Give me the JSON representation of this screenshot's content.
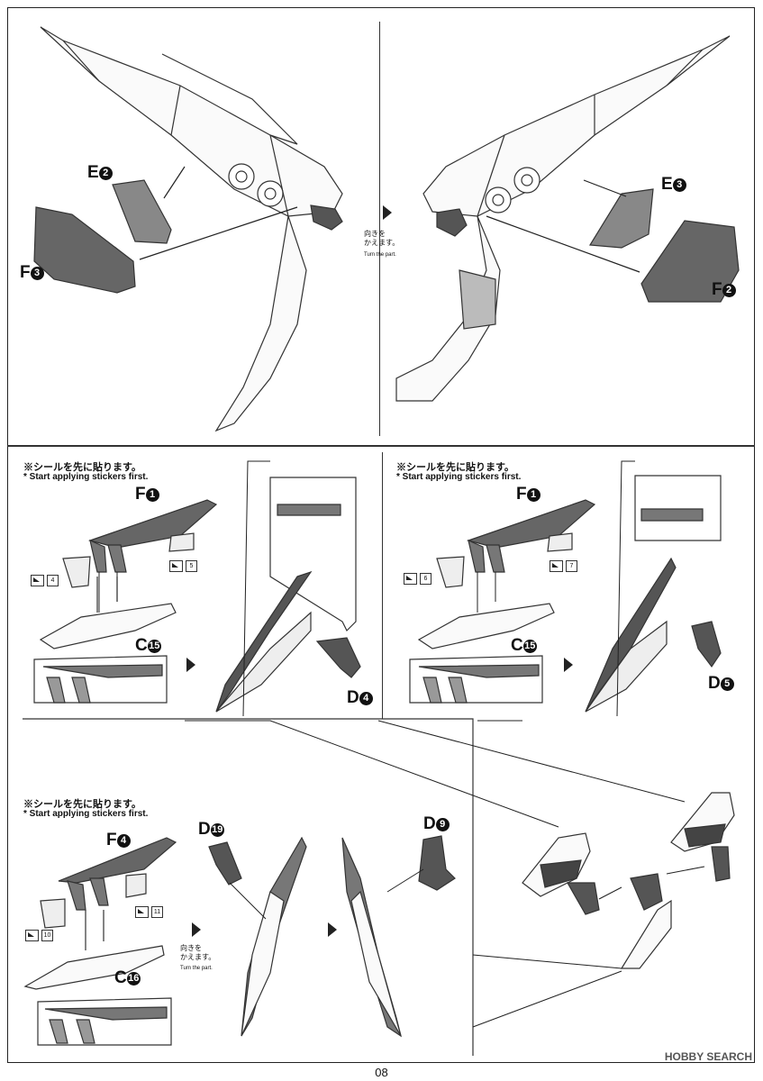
{
  "step1": {
    "labels": {
      "left_e": {
        "letter": "E",
        "num": "2"
      },
      "left_f": {
        "letter": "F",
        "num": "3"
      },
      "right_e": {
        "letter": "E",
        "num": "3"
      },
      "right_f": {
        "letter": "F",
        "num": "2"
      }
    },
    "turn_note": {
      "jp_line1": "向きを",
      "jp_line2": "かえます。",
      "en": "Turn the part."
    }
  },
  "sticker_note": {
    "jp": "※シールを先に貼ります。",
    "en": "* Start applying stickers first."
  },
  "step2a": {
    "f": {
      "letter": "F",
      "num": "1"
    },
    "c": {
      "letter": "C",
      "num": "15"
    },
    "d": {
      "letter": "D",
      "num": "4"
    },
    "stickers": [
      "4",
      "5"
    ]
  },
  "step2b": {
    "f": {
      "letter": "F",
      "num": "1"
    },
    "c": {
      "letter": "C",
      "num": "15"
    },
    "d": {
      "letter": "D",
      "num": "5"
    },
    "stickers": [
      "6",
      "7"
    ]
  },
  "step3": {
    "f": {
      "letter": "F",
      "num": "4"
    },
    "c": {
      "letter": "C",
      "num": "16"
    },
    "d1": {
      "letter": "D",
      "num": "19"
    },
    "d2": {
      "letter": "D",
      "num": "9"
    },
    "stickers": [
      "10",
      "11"
    ],
    "turn_note": {
      "jp_line1": "向きを",
      "jp_line2": "かえます。",
      "en": "Turn the part."
    }
  },
  "page_number": "08",
  "watermark": "HOBBY SEARCH"
}
